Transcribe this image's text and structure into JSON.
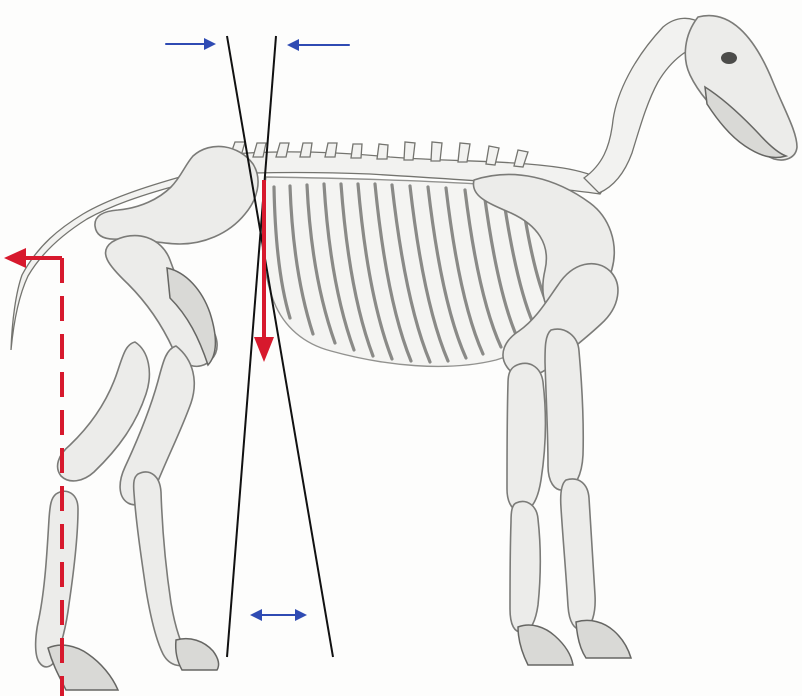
{
  "figure": {
    "subject": "horse-skeleton",
    "colors": {
      "red_indicator": "#d7192d",
      "blue_indicator": "#2f4bb3",
      "guide_lines": "#111111",
      "bone_outline": "#7b7b78",
      "background": "#fdfdfc"
    },
    "indicators": {
      "red_arrows": [
        "left",
        "down"
      ],
      "blue_arrows": [
        "right",
        "left",
        "double-horizontal"
      ],
      "red_dashed_line": "vertical"
    }
  }
}
